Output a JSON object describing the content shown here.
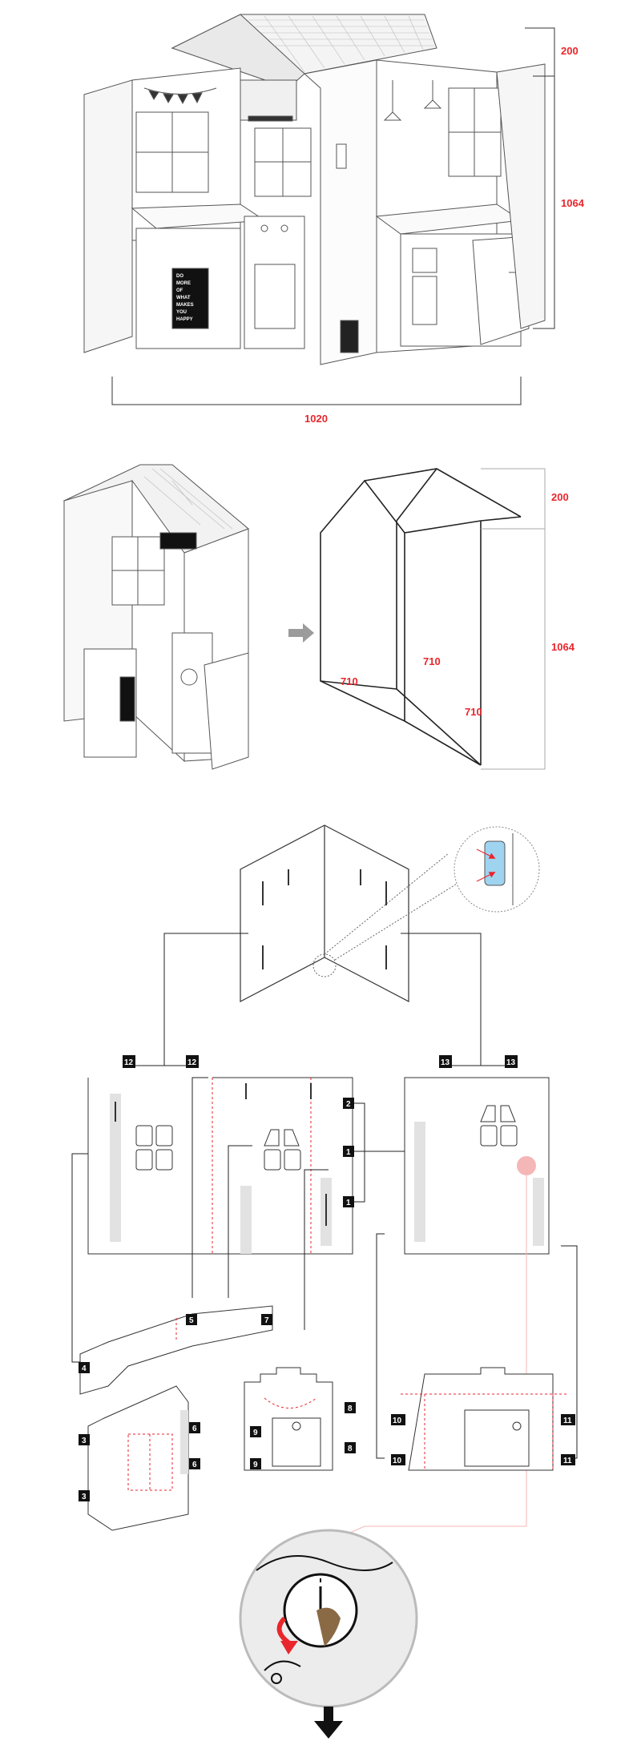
{
  "dimensions": {
    "section1": {
      "roof_height": "200",
      "wall_height": "1064",
      "width": "1020"
    },
    "section2": {
      "roof_height": "200",
      "wall_height": "1064",
      "depth_left": "710",
      "depth_back": "710",
      "depth_right": "710"
    }
  },
  "chalkboard_text": [
    "DO",
    "MORE",
    "OF",
    "WHAT",
    "MAKES",
    "YOU",
    "HAPPY"
  ],
  "assembly_labels": {
    "b1a": "1",
    "b1b": "1",
    "b2": "2",
    "b3a": "3",
    "b3b": "3",
    "b4": "4",
    "b5": "5",
    "b6a": "6",
    "b6b": "6",
    "b7": "7",
    "b8a": "8",
    "b8b": "8",
    "b9a": "9",
    "b9b": "9",
    "b10a": "10",
    "b10b": "10",
    "b11a": "11",
    "b11b": "11",
    "b12a": "12",
    "b12b": "12",
    "b13a": "13",
    "b13b": "13"
  },
  "colors": {
    "dimension_text": "#e8262c",
    "line": "#222222",
    "dashed_fold": "#e8262c",
    "slot_fill": "#e2e2e2",
    "highlight": "#f4b6b6",
    "arrow": "#9b9b9b"
  },
  "icons": [
    "arrow-right-icon",
    "arrow-down-icon",
    "curved-arrow-icon",
    "clock-icon",
    "magnifier-callout-icon"
  ]
}
